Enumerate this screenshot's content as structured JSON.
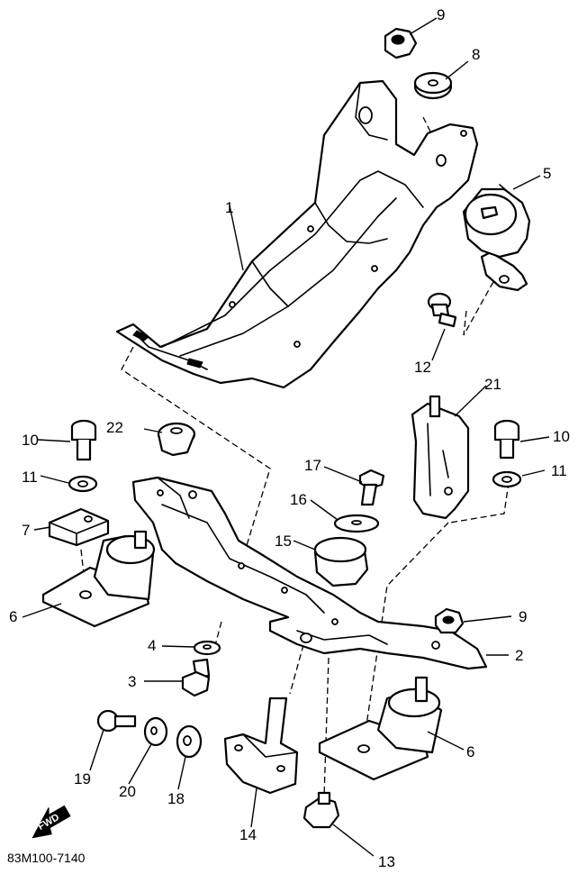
{
  "diagram": {
    "labels": {
      "l1": "1",
      "l2": "2",
      "l3": "3",
      "l4": "4",
      "l5": "5",
      "l6a": "6",
      "l6b": "6",
      "l7": "7",
      "l8": "8",
      "l9a": "9",
      "l9b": "9",
      "l10a": "10",
      "l10b": "10",
      "l11a": "11",
      "l11b": "11",
      "l12": "12",
      "l13": "13",
      "l14": "14",
      "l15": "15",
      "l16": "16",
      "l17": "17",
      "l18": "18",
      "l19": "19",
      "l20": "20",
      "l21": "21",
      "l22": "22"
    },
    "fwd_arrow": "FWD",
    "code": "83M100-7140"
  }
}
